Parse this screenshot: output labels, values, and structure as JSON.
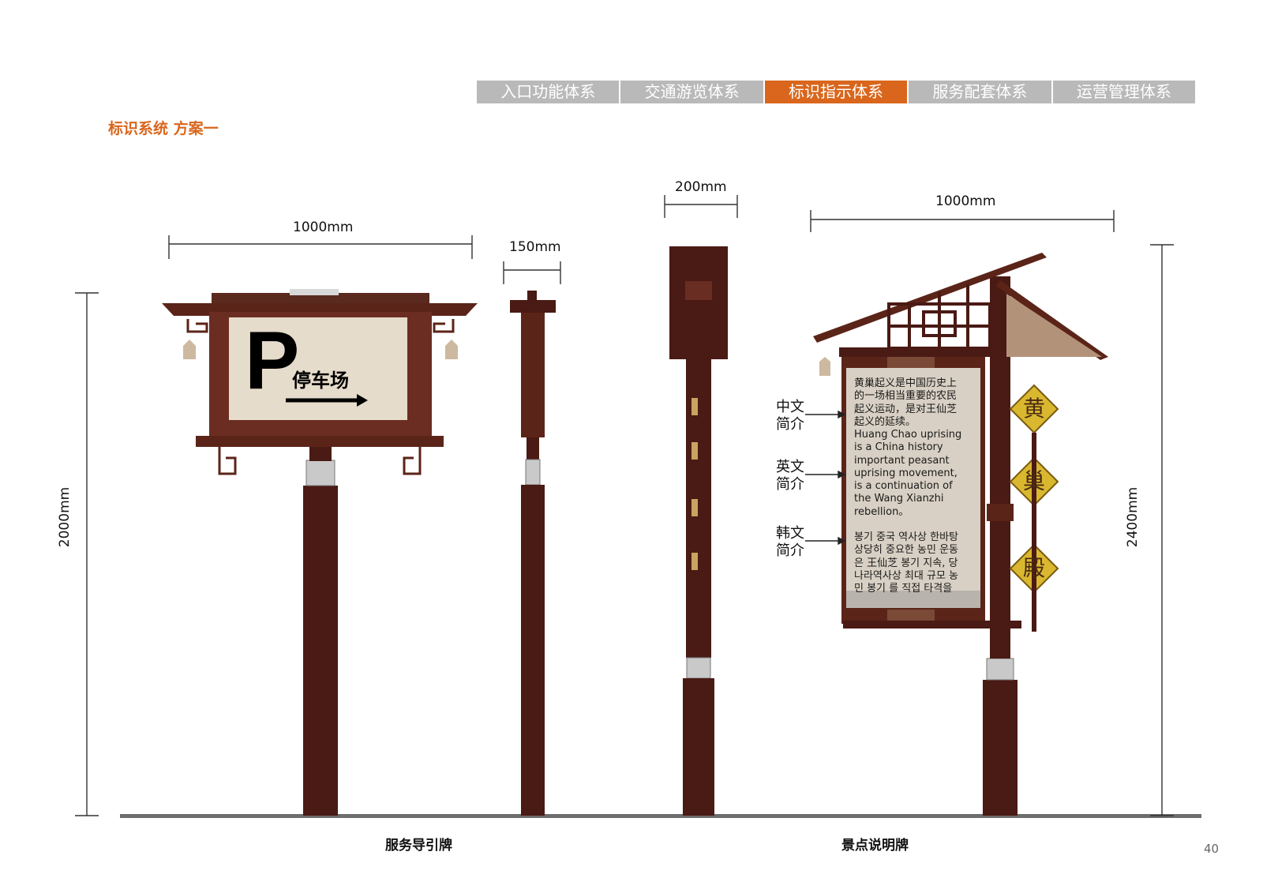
{
  "tabs": [
    {
      "label": "入口功能体系",
      "active": false
    },
    {
      "label": "交通游览体系",
      "active": false
    },
    {
      "label": "标识指示体系",
      "active": true
    },
    {
      "label": "服务配套体系",
      "active": false
    },
    {
      "label": "运营管理体系",
      "active": false
    }
  ],
  "section_title": "标识系统 方案一",
  "dimensions": {
    "guide_width": "1000mm",
    "guide_side_width": "150mm",
    "guide_height": "2000mm",
    "scenic_side_width": "200mm",
    "scenic_width": "1000mm",
    "scenic_height": "2400mm"
  },
  "guide_sign": {
    "letter": "P",
    "text": "停车场",
    "caption": "服务导引牌"
  },
  "scenic_sign": {
    "caption": "景点说明牌",
    "labels": {
      "cn": "中文\n简介",
      "en": "英文\n简介",
      "kr": "韩文\n简介"
    },
    "text_cn": "黄巢起义是中国历史上的一场相当重要的农民起义运动，是对王仙芝起义的延续。",
    "text_en": "Huang Chao uprising is a China history important peasant uprising movement, is a continuation of the Wang Xianzhi rebellion。",
    "text_kr": "봉기 중국 역사상 한바탕 상당히 중요한 농민 운동 은 王仙芝 봉기 지속, 당 나라역사상 최대 규모 농민 봉기 를 직접 타격을",
    "characters": [
      "黄",
      "巢",
      "殿"
    ]
  },
  "page_number": "40",
  "colors": {
    "accent": "#d9661c",
    "tab_inactive": "#b9b9b9",
    "wood": "#4a1a14",
    "panel": "#e6dccb"
  }
}
